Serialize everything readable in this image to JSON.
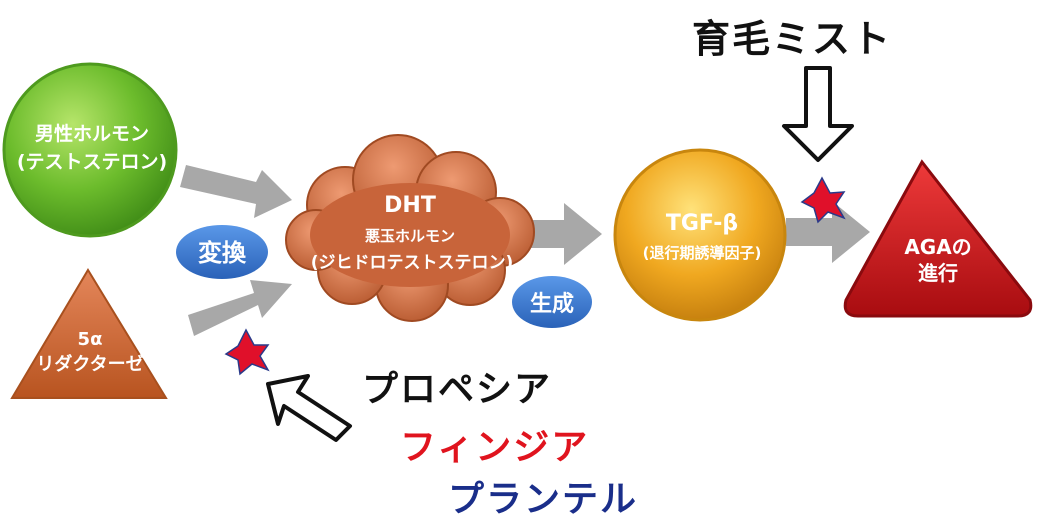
{
  "nodes": {
    "male_hormone": {
      "line1": "男性ホルモン",
      "line2": "(テストステロン)"
    },
    "reductase": {
      "line1": "5α",
      "line2": "リダクターゼ"
    },
    "conversion": {
      "label": "変換"
    },
    "dht": {
      "title": "DHT",
      "line1": "悪玉ホルモン",
      "line2": "(ジヒドロテストステロン)"
    },
    "generation": {
      "label": "生成"
    },
    "tgf": {
      "title": "TGF-β",
      "line1": "(退行期誘導因子)"
    },
    "aga": {
      "line1": "AGAの",
      "line2": "進行"
    }
  },
  "labels": {
    "mist": "育毛ミスト",
    "drug1": "プロペシア",
    "drug2": "フィンジア",
    "drug3": "プランテル"
  },
  "colors": {
    "green": "#5aa820",
    "orange_triangle": "#c8642a",
    "dht_cloud": "#c8643a",
    "tgf_gold": "#e8a21a",
    "aga_red": "#c8141c",
    "blue_badge": "#3a78d0",
    "arrow_gray": "#a8a8a8",
    "star_red": "#e0102a",
    "drug2_color": "#e0141e",
    "drug3_color": "#1a2e8a"
  }
}
